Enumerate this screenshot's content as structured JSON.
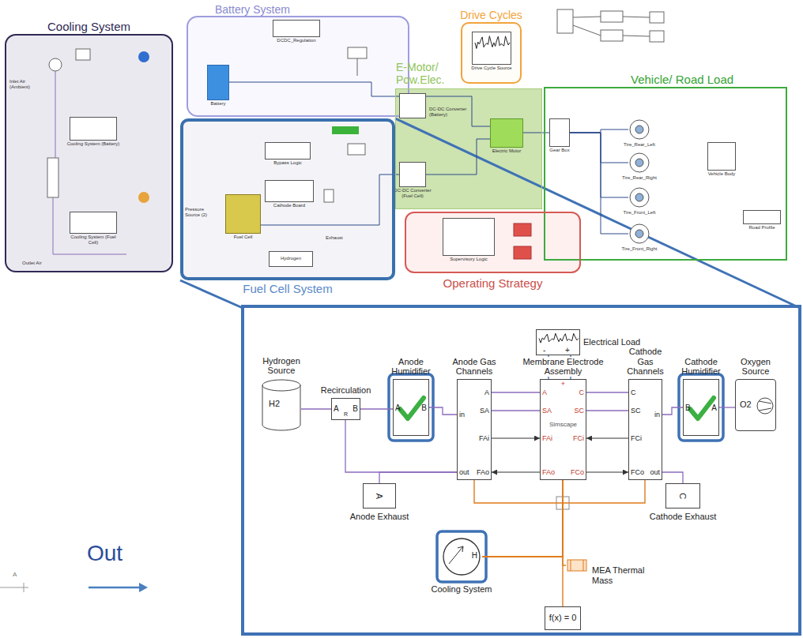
{
  "diagram": {
    "nodes": [
      {
        "text": [
          "Cooling System"
        ]
      },
      {
        "text": [
          "Cooling System (Battery)"
        ],
        "in": 0
      },
      {
        "text": [
          "Cooling System (Fuel Cell)"
        ],
        "in": 0
      },
      {
        "text": [
          "Battery System"
        ]
      },
      {
        "text": [
          "Battery"
        ],
        "in": 3
      },
      {
        "text": [
          "DCDC_Regulation"
        ],
        "in": 3
      },
      {
        "text": [
          "Drive Cycles"
        ]
      },
      {
        "text": [
          "Drive Cycle Source"
        ],
        "in": 6
      },
      {
        "text": [
          "E-Motor/ Pow.Elec."
        ]
      },
      {
        "text": [
          "DC-DC Converter (Battery)"
        ],
        "in": 8
      },
      {
        "text": [
          "DC-DC Converter (Fuel Cell)"
        ],
        "in": 8
      },
      {
        "text": [
          "Electric Motor"
        ],
        "in": 8
      },
      {
        "text": [
          "Vehicle/ Road Load"
        ]
      },
      {
        "text": [
          "Gear Box"
        ],
        "in": 12
      },
      {
        "text": [
          "Tire_Rear_Left"
        ],
        "in": 12
      },
      {
        "text": [
          "Tire_Rear_Right"
        ],
        "in": 12
      },
      {
        "text": [
          "Tire_Front_Left"
        ],
        "in": 12
      },
      {
        "text": [
          "Tire_Front_Right"
        ],
        "in": 12
      },
      {
        "text": [
          "Vehicle Body"
        ],
        "in": 12
      },
      {
        "text": [
          "Road Profile"
        ],
        "in": 12
      },
      {
        "text": [
          "Fuel Cell System"
        ]
      },
      {
        "text": [
          "Fuel Cell"
        ],
        "in": 20
      },
      {
        "text": [
          "Bypass Logic"
        ],
        "in": 20
      },
      {
        "text": [
          "Cathode Board"
        ],
        "in": 20
      },
      {
        "text": [
          "Hydrogen"
        ],
        "in": 20
      },
      {
        "text": [
          "Operating Strategy"
        ]
      },
      {
        "text": [
          "Supervisory Logic"
        ],
        "in": 25
      },
      {
        "text": [
          "Electrical Load",
          "-",
          "+"
        ]
      },
      {
        "text": [
          "Hydrogen Source",
          "H2"
        ]
      },
      {
        "text": [
          "Recirculation",
          "A",
          "R",
          "B"
        ]
      },
      {
        "text": [
          "Anode Humidifier",
          "A",
          "B"
        ]
      },
      {
        "text": [
          "Anode Gas Channels",
          "A",
          "in",
          "SA",
          "FAi",
          "out",
          "FAo"
        ]
      },
      {
        "text": [
          "Membrane Electrode Assembly",
          "A",
          "+",
          "C",
          "SA",
          "SC",
          "Simscape",
          "FAi",
          "FCi",
          "FAo",
          "FCo"
        ]
      },
      {
        "text": [
          "Cathode Gas Channels",
          "C",
          "in",
          "SC",
          "FCi",
          "out",
          "FCo"
        ]
      },
      {
        "text": [
          "Cathode Humidifier",
          "B",
          "A"
        ]
      },
      {
        "text": [
          "Oxygen Source",
          "O2"
        ]
      },
      {
        "text": [
          "Anode Exhaust",
          "A"
        ]
      },
      {
        "text": [
          "Cathode Exhaust",
          "C"
        ]
      },
      {
        "text": [
          "Cooling System",
          "H"
        ]
      },
      {
        "text": [
          "MEA Thermal Mass"
        ]
      },
      {
        "text": [
          "f(x) = 0"
        ]
      }
    ],
    "edges": [
      {
        "from": 4,
        "to": 9,
        "arrow": "none"
      },
      {
        "from": 21,
        "to": 10,
        "arrow": "none"
      },
      {
        "from": 9,
        "to": 11,
        "arrow": "none"
      },
      {
        "from": 10,
        "to": 11,
        "arrow": "none"
      },
      {
        "from": 11,
        "to": 13,
        "arrow": "none"
      },
      {
        "from": 13,
        "to": 14,
        "arrow": "none"
      },
      {
        "from": 13,
        "to": 15,
        "arrow": "none"
      },
      {
        "from": 13,
        "to": 16,
        "arrow": "none"
      },
      {
        "from": 13,
        "to": 17,
        "arrow": "none"
      },
      {
        "from": 28,
        "to": 29,
        "arrow": "none"
      },
      {
        "from": 29,
        "to": 30,
        "arrow": "none"
      },
      {
        "from": 30,
        "to": 31,
        "arrow": "none"
      },
      {
        "from": 31,
        "to": 29,
        "arrow": "none"
      },
      {
        "from": 31,
        "to": 36,
        "arrow": "none"
      },
      {
        "from": 31,
        "to": 32,
        "arrow": "none"
      },
      {
        "from": 31,
        "to": 32,
        "arrow": "none"
      },
      {
        "from": 31,
        "to": 32,
        "arrow": "to"
      },
      {
        "from": 32,
        "to": 31,
        "arrow": "to"
      },
      {
        "from": 32,
        "to": 33,
        "arrow": "none"
      },
      {
        "from": 32,
        "to": 33,
        "arrow": "none"
      },
      {
        "from": 33,
        "to": 32,
        "arrow": "to"
      },
      {
        "from": 32,
        "to": 33,
        "arrow": "to"
      },
      {
        "from": 34,
        "to": 33,
        "arrow": "none"
      },
      {
        "from": 35,
        "to": 34,
        "arrow": "none"
      },
      {
        "from": 33,
        "to": 37,
        "arrow": "none"
      },
      {
        "from": 27,
        "to": 32,
        "arrow": "none"
      },
      {
        "from": 27,
        "to": 32,
        "arrow": "none"
      },
      {
        "from": 31,
        "to": 38,
        "arrow": "none"
      },
      {
        "from": 32,
        "to": 38,
        "arrow": "none"
      },
      {
        "from": 33,
        "to": 38,
        "arrow": "none"
      },
      {
        "from": 32,
        "to": 39,
        "arrow": "none"
      },
      {
        "from": 32,
        "to": 40,
        "arrow": "none"
      }
    ],
    "labels": [
      "Inlet Air (Ambient)",
      "Outlet Air",
      "Pressure Source (2)",
      "Exhaust",
      "Out",
      "A"
    ]
  }
}
